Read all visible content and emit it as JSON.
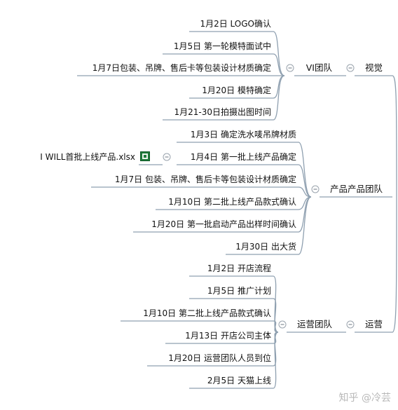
{
  "branches": [
    {
      "name": "视觉",
      "team": "VI团队",
      "tasks": [
        "1月2日 LOGO确认",
        "1月5日 第一轮模特面试中",
        "1月7日包装、吊牌、售后卡等包装设计材质确定",
        "1月20日 模特确定",
        "1月21-30日拍摄出图时间"
      ]
    },
    {
      "name": "产品产品团队",
      "team": "",
      "tasks": [
        "1月3日 确定洗水唛吊牌材质",
        "1月4日 第一批上线产品确定",
        "1月7日 包装、吊牌、售后卡等包装设计材质确定",
        "1月10日 第二批上线产品款式确认",
        "1月20日 第一批启动产品出样时间确认",
        "1月30日 出大货"
      ]
    },
    {
      "name": "运营",
      "team": "运营团队",
      "tasks": [
        "1月2日 开店流程",
        "1月5日 推广计划",
        "1月10日 第二批上线产品款式确认",
        "1月13日 开店公司主体",
        "1月20日 运营团队人员到位",
        "2月5日 天猫上线"
      ]
    }
  ],
  "attachment": {
    "label": "I WILL首批上线产品.xlsx",
    "icon": "excel-file-icon"
  },
  "watermark": "知乎 @冷芸",
  "colors": {
    "line": "#8fa0b0",
    "text": "#111111",
    "toggle": "#9aa3ad"
  }
}
